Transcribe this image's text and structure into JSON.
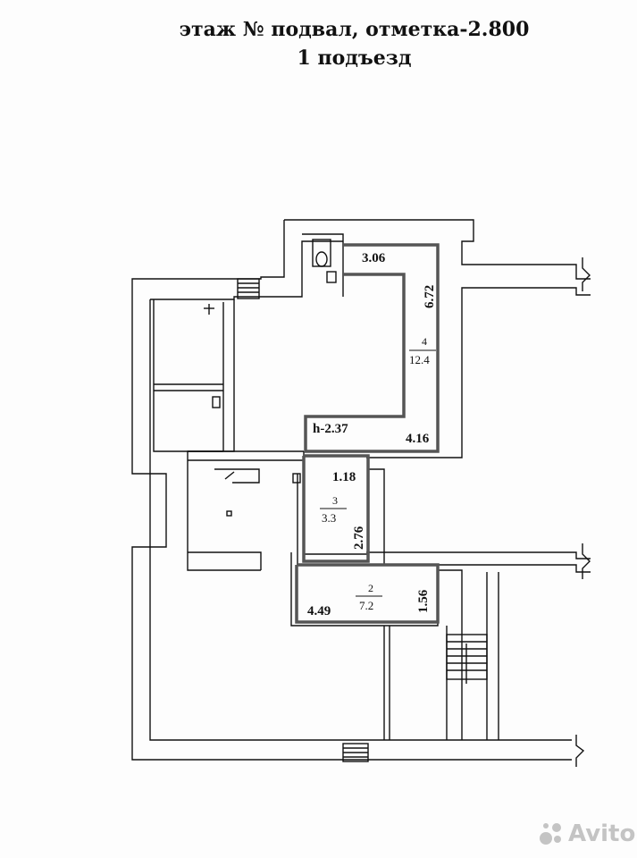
{
  "header": {
    "title_line1": "этаж № подвал, отметка-2.800",
    "title_line2": "1 подъезд"
  },
  "rooms": [
    {
      "number": "4",
      "area": "12.4",
      "dims": [
        "3.06",
        "6.72",
        "4.16"
      ],
      "height": "h-2.37"
    },
    {
      "number": "3",
      "area": "3.3",
      "dims": [
        "1.18",
        "2.76"
      ]
    },
    {
      "number": "2",
      "area": "7.2",
      "dims": [
        "4.49",
        "1.56"
      ]
    }
  ],
  "watermark": {
    "text": "Avito"
  },
  "colors": {
    "line": "#111111",
    "highlight": "#555555"
  }
}
